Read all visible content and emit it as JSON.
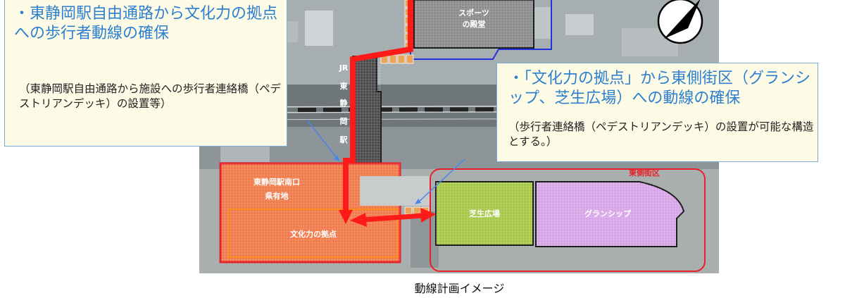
{
  "map_labels": {
    "sports_hall": [
      "スポーツ",
      "の殿堂"
    ],
    "jr_station": [
      "JR",
      "東",
      "静",
      "岡",
      "駅"
    ],
    "prefectural_land": [
      "東静岡駅南口",
      "県有地"
    ],
    "culture_base": "文化力の拠点",
    "lawn_plaza": "芝生広場",
    "granship": "グランシップ",
    "east_district": "東側街区"
  },
  "callouts": {
    "left": {
      "heading": "・東静岡駅自由通路から文化力の拠点への歩行者動線の確保",
      "note": "（東静岡駅自由通路から施設への歩行者連絡橋（ペデストリアンデッキ）の設置等）"
    },
    "right": {
      "heading": "・「文化力の拠点」から東側街区（グランシップ、芝生広場）への動線の確保",
      "note": "（歩行者連絡橋（ペデストリアンデッキ）の設置が可能な構造とする。）"
    }
  },
  "caption": "動線計画イメージ",
  "colors": {
    "route": "#ff1a1a",
    "callout_border": "#7fa9d6",
    "callout_heading": "#2d7fcf",
    "district_outline": "#e8202a",
    "lawn": "#a8c84a",
    "granship": "#d8a6e6",
    "site": "#f07a4a",
    "deck": "#e8a55a"
  },
  "icons": [
    "north-arrow-icon"
  ]
}
